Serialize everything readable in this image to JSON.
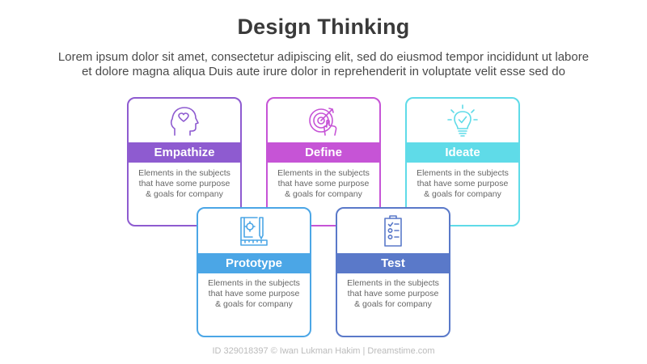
{
  "header": {
    "title": "Design Thinking",
    "subtitle_line1": "Lorem ipsum dolor sit amet, consectetur adipiscing elit, sed do eiusmod tempor incididunt ut labore",
    "subtitle_line2": "et dolore magna aliqua Duis aute irure dolor in reprehenderit in voluptate velit esse sed do"
  },
  "stages": [
    {
      "label": "Empathize",
      "desc1": "Elements in the subjects",
      "desc2": "that have  some purpose",
      "desc3": "& goals for company",
      "color": "#8e5bd0",
      "icon": "head-heart-icon"
    },
    {
      "label": "Define",
      "desc1": "Elements in the subjects",
      "desc2": "that have  some purpose",
      "desc3": "& goals for company",
      "color": "#c654d6",
      "icon": "target-hand-icon"
    },
    {
      "label": "Ideate",
      "desc1": "Elements in the subjects",
      "desc2": "that have  some purpose",
      "desc3": "& goals for company",
      "color": "#5fdbe8",
      "icon": "lightbulb-check-icon"
    },
    {
      "label": "Prototype",
      "desc1": "Elements in the subjects",
      "desc2": "that have  some purpose",
      "desc3": "& goals for company",
      "color": "#4ba6e6",
      "icon": "blueprint-ruler-icon"
    },
    {
      "label": "Test",
      "desc1": "Elements in the subjects",
      "desc2": "that have  some purpose",
      "desc3": "& goals for company",
      "color": "#5a79c9",
      "icon": "clipboard-checklist-icon"
    }
  ],
  "watermark": "ID 329018397 © Iwan Lukman Hakim | Dreamstime.com"
}
